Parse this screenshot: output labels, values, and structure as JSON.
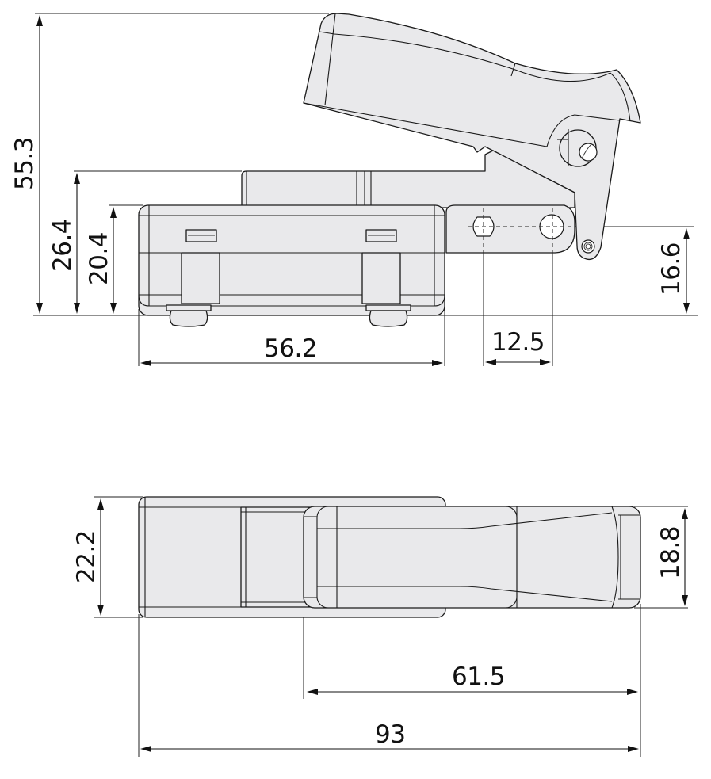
{
  "drawing": {
    "type": "dimensioned engineering drawing",
    "views": [
      {
        "name": "side-view",
        "description": "Trigger switch body with pivoting lever, two mounting holes on front tab",
        "dimensions": {
          "overall_height": "55.3",
          "upper_housing_height": "26.4",
          "body_height": "20.4",
          "body_length": "56.2",
          "hole_spacing": "12.5",
          "hole_center_height": "16.6"
        }
      },
      {
        "name": "top-view",
        "description": "Top view showing housing width and trigger width",
        "dimensions": {
          "housing_width": "22.2",
          "trigger_width": "18.8",
          "trigger_length": "61.5",
          "overall_length": "93"
        }
      }
    ],
    "colors": {
      "part_fill": "#e9e9eb",
      "outline": "#1a1a1a",
      "background": "#ffffff"
    }
  }
}
